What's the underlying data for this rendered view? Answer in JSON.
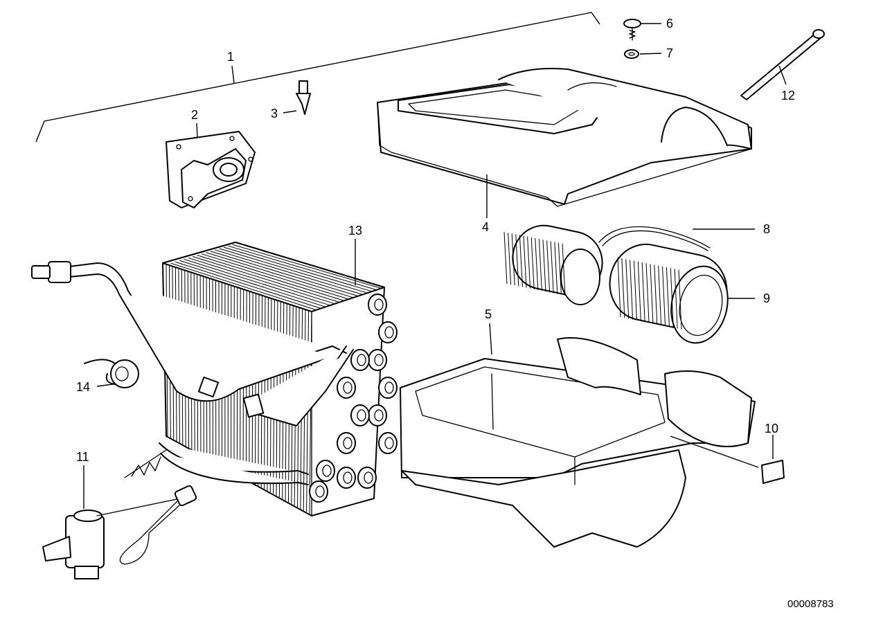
{
  "diagram": {
    "reference_code": "00008783",
    "part_labels": [
      {
        "id": "part-1",
        "text": "1"
      },
      {
        "id": "part-2",
        "text": "2"
      },
      {
        "id": "part-3",
        "text": "3"
      },
      {
        "id": "part-4",
        "text": "4"
      },
      {
        "id": "part-5",
        "text": "5"
      },
      {
        "id": "part-6",
        "text": "6"
      },
      {
        "id": "part-7",
        "text": "7"
      },
      {
        "id": "part-8",
        "text": "8"
      },
      {
        "id": "part-9",
        "text": "9"
      },
      {
        "id": "part-10",
        "text": "10"
      },
      {
        "id": "part-11",
        "text": "11"
      },
      {
        "id": "part-12",
        "text": "12"
      },
      {
        "id": "part-13",
        "text": "13"
      },
      {
        "id": "part-14",
        "text": "14"
      }
    ]
  }
}
